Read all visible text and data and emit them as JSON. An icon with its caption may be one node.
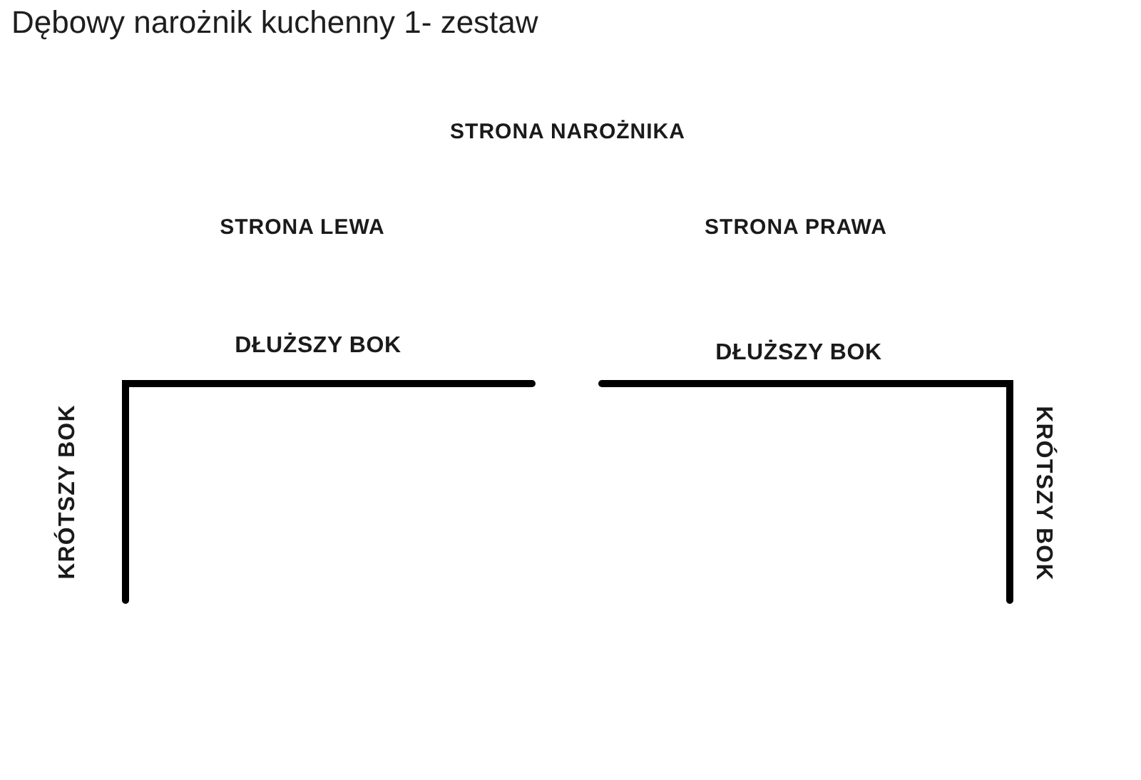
{
  "diagram": {
    "title": "Dębowy narożnik kuchenny 1- zestaw",
    "labels": [
      "STRONA NAROŻNIKA",
      "STRONA LEWA",
      "STRONA PRAWA",
      "DŁUŻSZY BOK",
      "DŁUŻSZY BOK",
      "KRÓTSZY BOK",
      "KRÓTSZY BOK"
    ]
  }
}
